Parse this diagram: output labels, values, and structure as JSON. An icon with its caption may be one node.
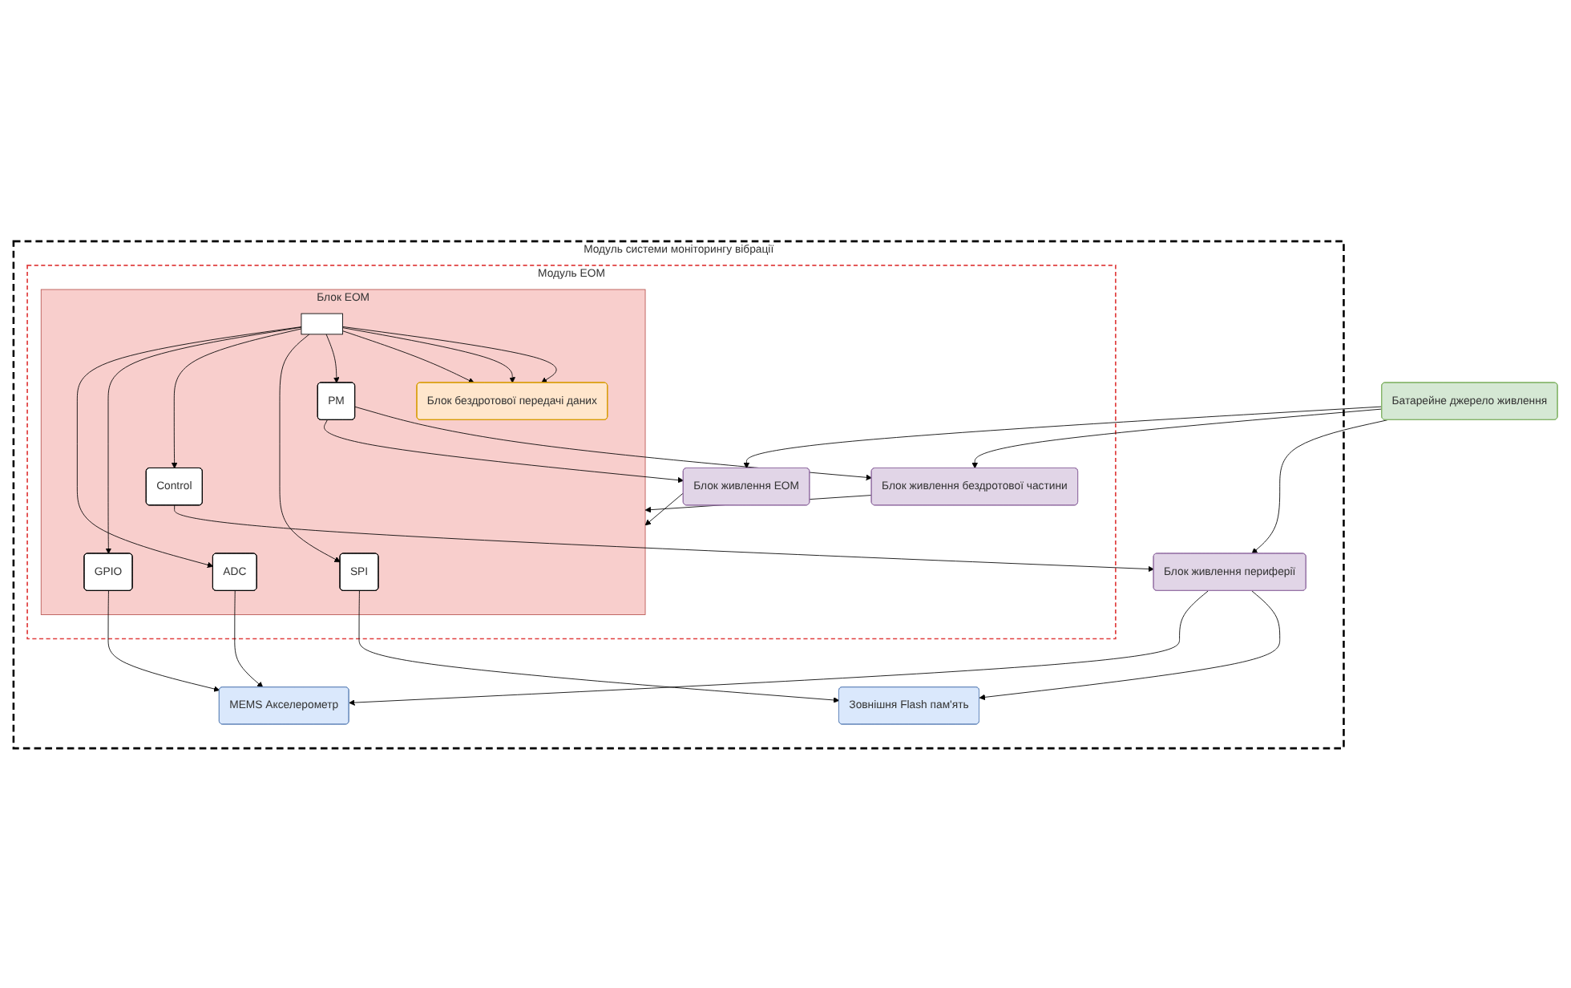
{
  "diagram": {
    "nodes": [
      {
        "text": [
          "Модуль системи моніторингу вібрації"
        ]
      },
      {
        "text": [
          "Блок живлення периферії"
        ],
        "in": 0
      },
      {
        "text": [
          "Модуль ЕОМ"
        ],
        "in": 0
      },
      {
        "text": [
          "Блок живлення ЕОМ"
        ],
        "in": 2
      },
      {
        "text": [
          "Блок живлення бездротової частини"
        ],
        "in": 2
      },
      {
        "text": [
          "Батарейне джерело живлення"
        ]
      },
      {
        "text": [
          "MEMS Акселерометр"
        ],
        "in": 0
      },
      {
        "text": [
          "Зовнішня Flash пам'ять"
        ],
        "in": 0
      },
      {
        "text": [
          "Блок ЕОМ"
        ],
        "in": 2
      },
      {
        "text": [
          "ADC"
        ],
        "in": 8
      },
      {
        "text": [
          "GPIO"
        ],
        "in": 8
      },
      {
        "text": [
          "Control"
        ],
        "in": 8
      },
      {
        "text": [
          "SPI"
        ],
        "in": 8
      },
      {
        "text": [
          "PM"
        ],
        "in": 8
      },
      {
        "text": [],
        "shape": "box",
        "in": 8
      },
      {
        "text": [
          "Блок бездротової передачі даних"
        ],
        "in": 8
      }
    ],
    "edges": [
      {
        "from": 5,
        "to": 1,
        "arrow": "to"
      },
      {
        "from": 5,
        "to": 3,
        "arrow": "to"
      },
      {
        "from": 5,
        "to": 4,
        "arrow": "to"
      },
      {
        "from": 1,
        "to": 6,
        "arrow": "to"
      },
      {
        "from": 1,
        "to": 7,
        "arrow": "to"
      },
      {
        "from": 3,
        "to": 8,
        "arrow": "to"
      },
      {
        "from": 4,
        "to": 8,
        "arrow": "to"
      },
      {
        "from": 14,
        "to": 9,
        "arrow": "to"
      },
      {
        "from": 14,
        "to": 10,
        "arrow": "to"
      },
      {
        "from": 14,
        "to": 11,
        "arrow": "to"
      },
      {
        "from": 14,
        "to": 12,
        "arrow": "to"
      },
      {
        "from": 14,
        "to": 13,
        "arrow": "to"
      },
      {
        "from": 14,
        "to": 15,
        "arrow": "to"
      },
      {
        "from": 14,
        "to": 15,
        "arrow": "to"
      },
      {
        "from": 14,
        "to": 15,
        "arrow": "to"
      },
      {
        "from": 9,
        "to": 6,
        "arrow": "to"
      },
      {
        "from": 10,
        "to": 6,
        "arrow": "to"
      },
      {
        "from": 11,
        "to": 1,
        "arrow": "to"
      },
      {
        "from": 12,
        "to": 7,
        "arrow": "to"
      },
      {
        "from": 13,
        "to": 3,
        "arrow": "to"
      },
      {
        "from": 13,
        "to": 4,
        "arrow": "to"
      }
    ]
  }
}
